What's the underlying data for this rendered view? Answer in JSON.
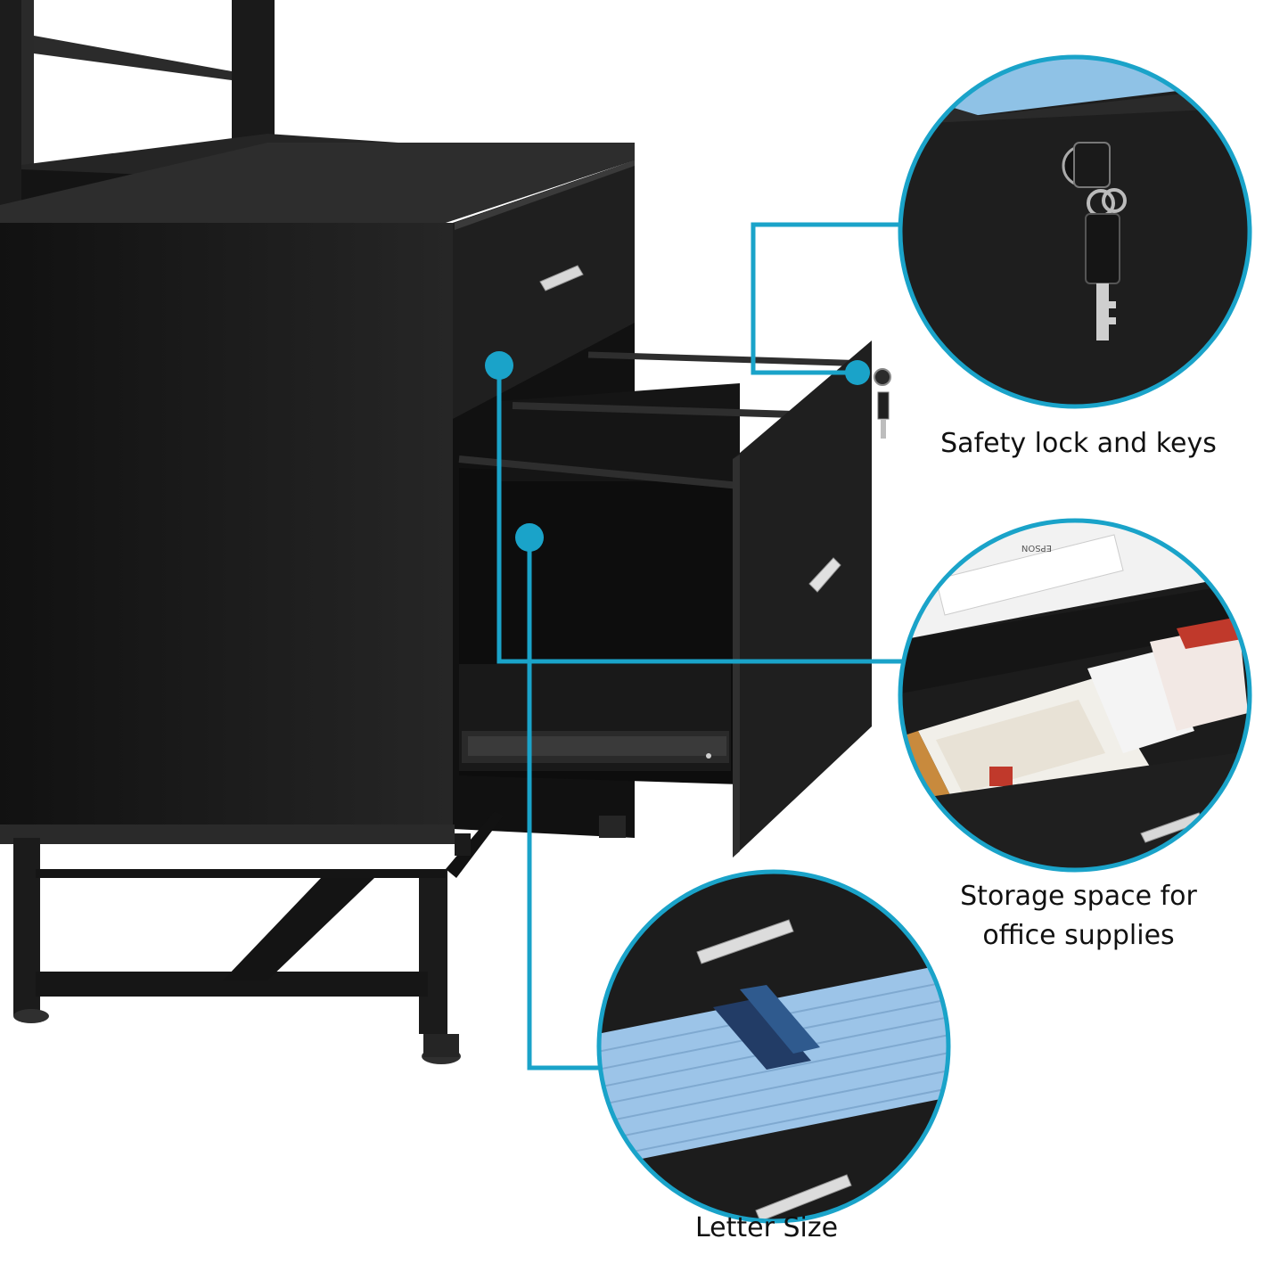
{
  "colors": {
    "accent": "#1aa3c9",
    "furniture": "#1c1c1c",
    "background": "#ffffff",
    "folder_blue": "#9cc4e8"
  },
  "callouts": {
    "lock": {
      "label": "Safety lock and keys"
    },
    "storage": {
      "line1": "Storage space for",
      "line2": "office supplies"
    },
    "letter": {
      "label": "Letter Size"
    }
  },
  "printer_label": "EPSON",
  "icons": [
    "key-icon",
    "lock-icon",
    "drawer-handle-icon"
  ]
}
